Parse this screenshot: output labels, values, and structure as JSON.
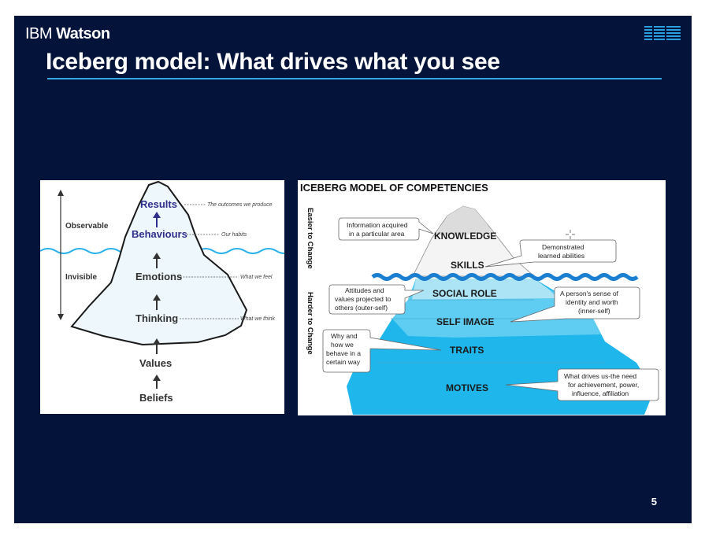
{
  "brand": {
    "ibm": "IBM",
    "watson": "Watson"
  },
  "title": "Iceberg model: What drives what you see",
  "page_number": "5",
  "left_figure": {
    "zones": {
      "observable": "Observable",
      "invisible": "Invisible"
    },
    "levels": [
      {
        "label": "Results",
        "note": "The outcomes we produce"
      },
      {
        "label": "Behaviours",
        "note": "Our habits"
      },
      {
        "label": "Emotions",
        "note": "What we feel"
      },
      {
        "label": "Thinking",
        "note": "What we think"
      },
      {
        "label": "Values"
      },
      {
        "label": "Beliefs"
      }
    ]
  },
  "right_figure": {
    "heading": "ICEBERG MODEL OF COMPETENCIES",
    "side_top": "Easier to Change",
    "side_bottom": "Harder to Change",
    "layers": [
      "KNOWLEDGE",
      "SKILLS",
      "SOCIAL ROLE",
      "SELF IMAGE",
      "TRAITS",
      "MOTIVES"
    ],
    "callouts": {
      "knowledge": [
        "Information acquired",
        "in a particular area"
      ],
      "skills": [
        "Demonstrated",
        "learned abilities"
      ],
      "social_role": [
        "Attitudes and",
        "values projected to",
        "others (outer-self)"
      ],
      "self_image": [
        "A person's sense of",
        "identity and worth",
        "(inner-self)"
      ],
      "traits": [
        "Why and",
        "how we",
        "behave in a",
        "certain way"
      ],
      "motives": [
        "What drives us-the need",
        "for achievement, power,",
        "influence, affiliation"
      ]
    }
  },
  "colors": {
    "slide_bg": "#04133a",
    "accent_rule": "#32a8e6",
    "water": "#2ab0e8",
    "ice": "#e6f4fb"
  }
}
